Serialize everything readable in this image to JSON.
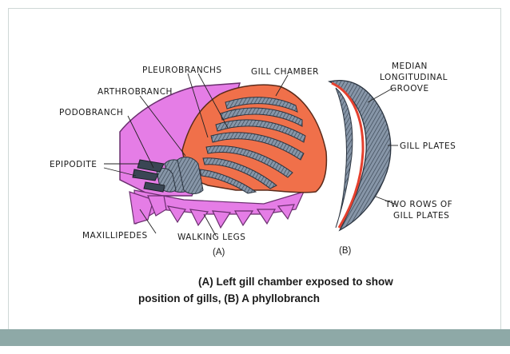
{
  "labels": {
    "pleurobranchs": "PLEUROBRANCHS",
    "gill_chamber": "GILL CHAMBER",
    "arthrobranch": "ARTHROBRANCH",
    "podobranch": "PODOBRANCH",
    "epipodite": "EPIPODITE",
    "maxillipedes": "MAXILLIPEDES",
    "walking_legs": "WALKING LEGS",
    "median_line1": "MEDIAN",
    "median_line2": "LONGITUDINAL",
    "median_line3": "GROOVE",
    "gill_plates": "GILL PLATES",
    "two_rows_line1": "TWO ROWS OF",
    "two_rows_line2": "GILL PLATES"
  },
  "subfig": {
    "a": "(A)",
    "b": "(B)"
  },
  "caption": {
    "line1": "(A) Left gill chamber exposed to show",
    "line2": "position of gills, (B) A phyllobranch"
  },
  "colors": {
    "chamber": "#f0704a",
    "body": "#e57de6",
    "gill": "#7f8ea0",
    "gill_dark": "#3a4654",
    "groove": "#e4402e",
    "footer": "#8ea9a7"
  }
}
